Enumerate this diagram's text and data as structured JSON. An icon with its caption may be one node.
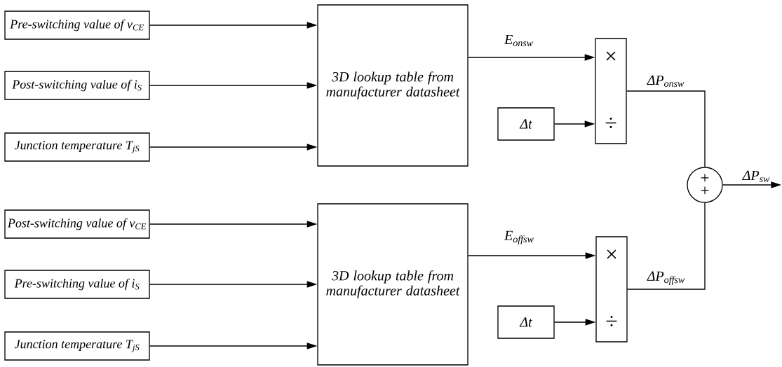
{
  "diagram": {
    "nodes": [
      {
        "text": [
          "Pre-switching value of v$_{CE}$"
        ]
      },
      {
        "text": [
          "Post-switching value of i$_{S}$"
        ]
      },
      {
        "text": [
          "Junction temperature T$_{jS}$"
        ]
      },
      {
        "text": [
          "3D lookup table from manufacturer datasheet"
        ]
      },
      {
        "text": [
          "Δt"
        ]
      },
      {
        "text": [
          "×",
          "÷"
        ]
      },
      {
        "text": [
          "+",
          "+"
        ]
      },
      {
        "text": [
          "Post-switching value of v$_{CE}$"
        ]
      },
      {
        "text": [
          "Pre-switching value of i$_{S}$"
        ]
      },
      {
        "text": [
          "Junction temperature T$_{jS}$"
        ]
      },
      {
        "text": [
          "3D lookup table from manufacturer datasheet"
        ]
      },
      {
        "text": [
          "Δt"
        ]
      },
      {
        "text": [
          "×",
          "÷"
        ]
      }
    ],
    "edges": [
      {
        "from": 0,
        "to": 3,
        "arrow": "to"
      },
      {
        "from": 1,
        "to": 3,
        "arrow": "to"
      },
      {
        "from": 2,
        "to": 3,
        "arrow": "to"
      },
      {
        "from": 3,
        "to": 5,
        "arrow": "to",
        "label": "E$_{onsw}$"
      },
      {
        "from": 4,
        "to": 5,
        "arrow": "to"
      },
      {
        "from": 5,
        "to": 6,
        "arrow": "none",
        "label": "ΔP$_{onsw}$"
      },
      {
        "from": 7,
        "to": 10,
        "arrow": "to"
      },
      {
        "from": 8,
        "to": 10,
        "arrow": "to"
      },
      {
        "from": 9,
        "to": 10,
        "arrow": "to"
      },
      {
        "from": 10,
        "to": 12,
        "arrow": "to",
        "label": "E$_{offsw}$"
      },
      {
        "from": 11,
        "to": 12,
        "arrow": "to"
      },
      {
        "from": 12,
        "to": 6,
        "arrow": "none",
        "label": "ΔP$_{offsw}$"
      },
      {
        "from": 6,
        "to": null,
        "arrow": "to",
        "label": "ΔP$_{sw}$"
      }
    ]
  }
}
